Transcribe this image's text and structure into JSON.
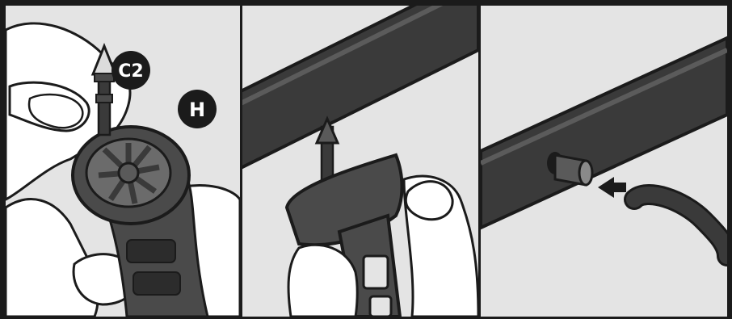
{
  "steps": [
    {
      "id": "step-1",
      "badges": {
        "part": "C2",
        "tool": "H"
      }
    },
    {
      "id": "step-2"
    },
    {
      "id": "step-3"
    }
  ],
  "colors": {
    "frame": "#1b1b1b",
    "panel_bg": "#e4e4e4",
    "tube": "#3a3a3a",
    "tool": "#4a4a4a",
    "hand": "#ffffff",
    "outline": "#1b1b1b"
  },
  "icons": [
    "dripper-icon",
    "punch-tool-icon",
    "tube-icon",
    "arrow-icon",
    "hand-icon"
  ]
}
